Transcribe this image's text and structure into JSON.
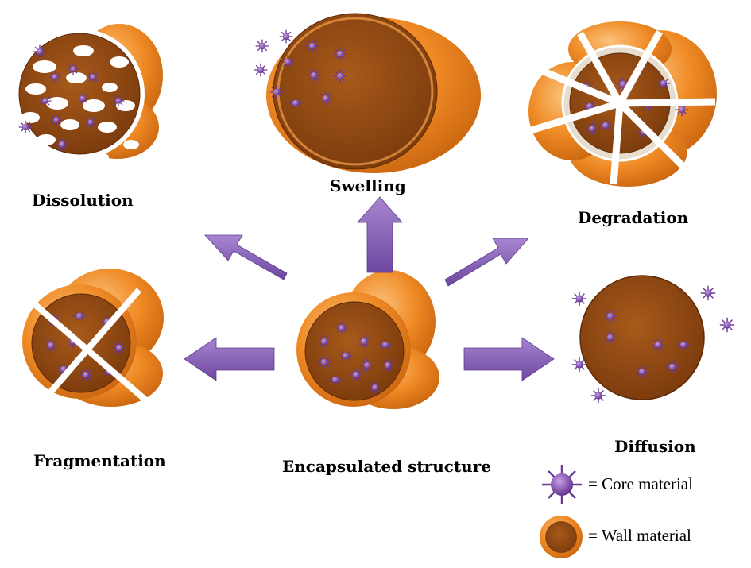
{
  "labels": {
    "dissolution": "Dissolution",
    "swelling": "Swelling",
    "degradation": "Degradation",
    "fragmentation": "Fragmentation",
    "encapsulated": "Encapsulated structure",
    "diffusion": "Diffusion"
  },
  "legend": {
    "core": "= Core material",
    "wall": "= Wall material"
  },
  "colors": {
    "wall_light": "#f7b261",
    "wall_mid": "#ef8a25",
    "wall_dark": "#c9650f",
    "core_fill": "#9a4f14",
    "core_dark": "#7a3a0c",
    "core_particle": "#7b3fa6",
    "arrow": "#8a61b8",
    "arrow_dark": "#5e3c8c"
  }
}
